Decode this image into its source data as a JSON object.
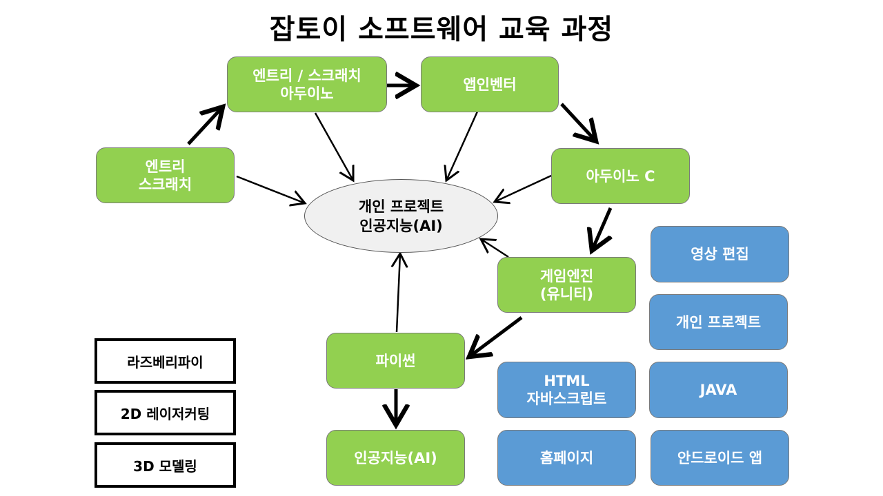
{
  "title": "잡토이 소프트웨어 교육 과정",
  "colors": {
    "green_box": "#92d050",
    "blue_box": "#5b9bd5",
    "center_ellipse": "#f0f0f0",
    "arrow": "#000000"
  },
  "flow_nodes": {
    "entry_scratch": "엔트리\n스크래치",
    "entry_scratch_arduino": "엔트리 / 스크래치\n아두이노",
    "app_inventor": "앱인벤터",
    "arduino_c": "아두이노 C",
    "game_engine": "게임엔진\n(유니티)",
    "python": "파이썬",
    "ai": "인공지능(AI)"
  },
  "center_node": "개인 프로젝트\n인공지능(AI)",
  "blue_courses": {
    "video_editing": "영상 편집",
    "personal_project": "개인 프로젝트",
    "html_js": "HTML\n자바스크립트",
    "java": "JAVA",
    "homepage": "홈페이지",
    "android_app": "안드로이드 앱"
  },
  "maker_courses": {
    "raspberry_pi": "라즈베리파이",
    "laser_cutting": "2D 레이저커팅",
    "modeling_3d": "3D 모델링"
  },
  "edges": [
    {
      "from": "entry_scratch",
      "to": "entry_scratch_arduino",
      "weight": "thick"
    },
    {
      "from": "entry_scratch_arduino",
      "to": "app_inventor",
      "weight": "thick"
    },
    {
      "from": "app_inventor",
      "to": "arduino_c",
      "weight": "thick"
    },
    {
      "from": "arduino_c",
      "to": "game_engine",
      "weight": "thick"
    },
    {
      "from": "game_engine",
      "to": "python",
      "weight": "thick"
    },
    {
      "from": "python",
      "to": "ai",
      "weight": "thick"
    },
    {
      "from": "entry_scratch",
      "to": "center",
      "weight": "thin"
    },
    {
      "from": "entry_scratch_arduino",
      "to": "center",
      "weight": "thin"
    },
    {
      "from": "app_inventor",
      "to": "center",
      "weight": "thin"
    },
    {
      "from": "arduino_c",
      "to": "center",
      "weight": "thin"
    },
    {
      "from": "game_engine",
      "to": "center",
      "weight": "thin"
    },
    {
      "from": "python",
      "to": "center",
      "weight": "thin"
    }
  ]
}
